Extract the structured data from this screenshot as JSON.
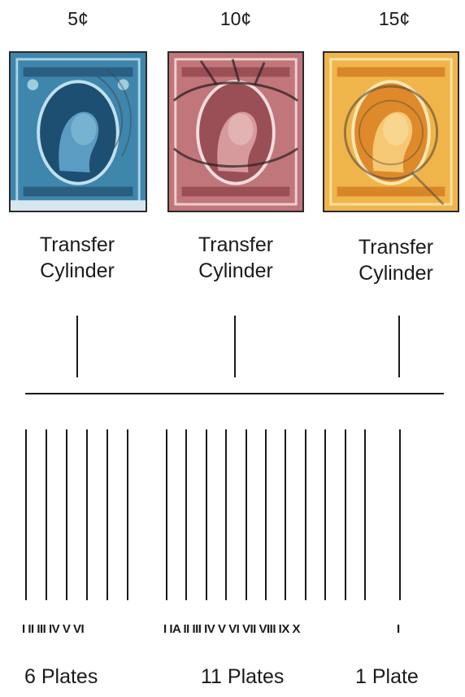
{
  "stamps": [
    {
      "id": "blue",
      "denomination": "5¢",
      "color": "#2e6f96"
    },
    {
      "id": "red",
      "denomination": "10¢",
      "color": "#b3646a"
    },
    {
      "id": "orange",
      "denomination": "15¢",
      "color": "#e79a2d"
    }
  ],
  "cylinder_label_line1": "Transfer",
  "cylinder_label_line2": "Cylinder",
  "plates": {
    "group1": [
      "I",
      "II",
      "III",
      "IV",
      "V",
      "VI"
    ],
    "group2": [
      "I",
      "IA",
      "II",
      "III",
      "IV",
      "V",
      "VI",
      "VII",
      "VIII",
      "IX",
      "X"
    ],
    "group3": [
      "I"
    ]
  },
  "plate_strips": {
    "group1": "I II III IV V VI",
    "group2": "I IA II III IV V VI VII VIII IX X",
    "group3": "I"
  },
  "counts": {
    "group1": "6 Plates",
    "group2": "11 Plates",
    "group3": "1 Plate"
  }
}
